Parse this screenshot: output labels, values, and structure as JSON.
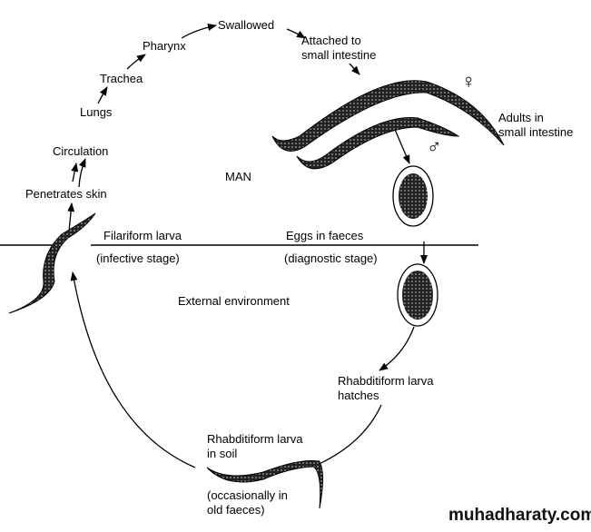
{
  "labels": {
    "swallowed": "Swallowed",
    "attached_1": "Attached to",
    "attached_2": "small intestine",
    "pharynx": "Pharynx",
    "trachea": "Trachea",
    "lungs": "Lungs",
    "circulation": "Circulation",
    "penetrates": "Penetrates skin",
    "man": "MAN",
    "female": "♀",
    "male": "♂",
    "adults_1": "Adults in",
    "adults_2": "small intestine",
    "filariform": "Filariform larva",
    "infective": "(infective stage)",
    "eggs": "Eggs in faeces",
    "diagnostic": "(diagnostic stage)",
    "external": "External environment",
    "hatches_1": "Rhabditiform larva",
    "hatches_2": "hatches",
    "soil_1": "Rhabditiform larva",
    "soil_2": "in soil",
    "faeces_1": "(occasionally in",
    "faeces_2": "old faeces)"
  },
  "watermark": "muhadharaty.com"
}
